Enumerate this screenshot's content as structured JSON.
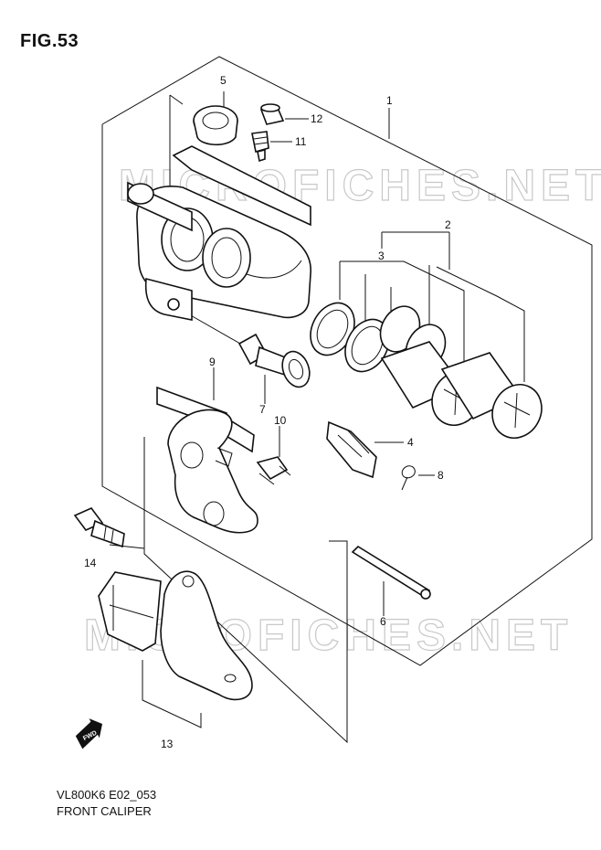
{
  "figure": {
    "title": "FIG.53",
    "code": "VL800K6 E02_053",
    "caption": "FRONT CALIPER",
    "watermark": "MICROFICHES.NET"
  },
  "callouts": [
    "1",
    "2",
    "3",
    "4",
    "5",
    "6",
    "7",
    "8",
    "9",
    "10",
    "11",
    "12",
    "13",
    "14"
  ],
  "badge": {
    "fwd_label": "FWD"
  }
}
